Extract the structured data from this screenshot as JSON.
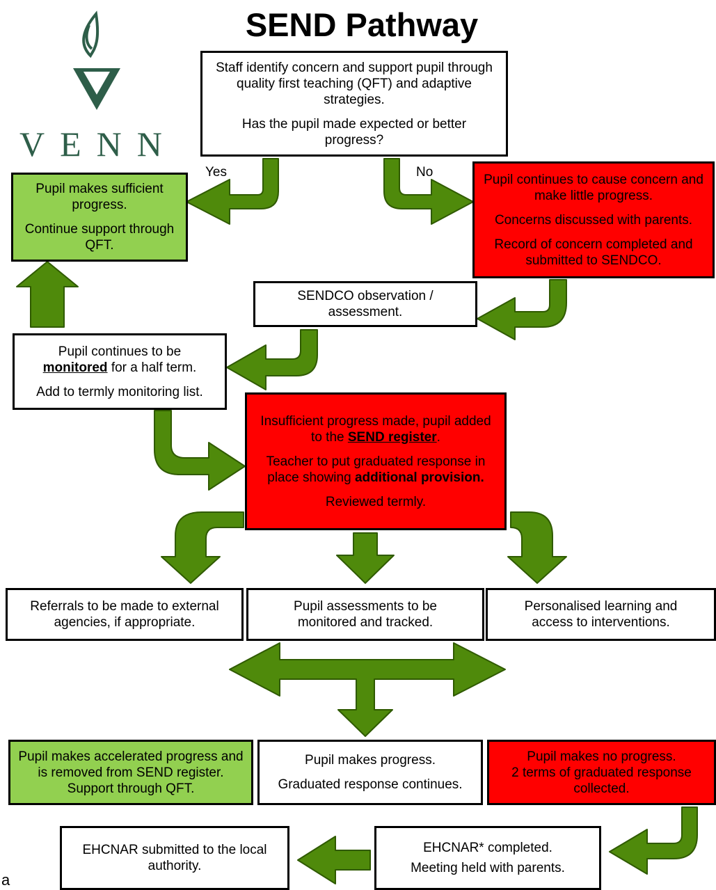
{
  "title": "SEND Pathway",
  "logo": {
    "text": "VENN",
    "color": "#2e5e49"
  },
  "colors": {
    "green_box": "#92d050",
    "red_box": "#ff0000",
    "arrow_fill": "#4f8a0b",
    "arrow_stroke": "#2f5a00"
  },
  "labels": {
    "yes": "Yes",
    "no": "No"
  },
  "boxes": {
    "identify": {
      "line1": "Staff identify concern and support pupil through quality first teaching (QFT) and adaptive strategies.",
      "line2": "Has the pupil made expected or better progress?"
    },
    "sufficient": {
      "line1": "Pupil makes sufficient progress.",
      "line2": "Continue support through QFT."
    },
    "concern": {
      "line1": "Pupil continues to cause concern and make little progress.",
      "line2": "Concerns discussed with parents.",
      "line3": "Record of concern completed and submitted to SENDCO."
    },
    "sendco": {
      "line1": "SENDCO observation / assessment."
    },
    "monitored": {
      "pre": "Pupil continues to be",
      "bold": "monitored",
      "post": " for a half term.",
      "line2": "Add to termly monitoring list."
    },
    "register": {
      "pre": "Insufficient progress made, pupil added to the ",
      "bold": "SEND register",
      "post": ".",
      "line2_pre": "Teacher to put graduated response in place showing ",
      "line2_bold": "additional provision.",
      "line3": "Reviewed termly."
    },
    "referrals": {
      "line1": "Referrals to be made to external agencies, if appropriate."
    },
    "assessments": {
      "line1": "Pupil assessments to be monitored and tracked."
    },
    "personalised": {
      "line1": "Personalised learning and access to interventions."
    },
    "accelerated": {
      "line1": "Pupil makes accelerated progress and is removed from SEND register. Support through QFT."
    },
    "progress": {
      "line1": "Pupil makes progress.",
      "line2": "Graduated response continues."
    },
    "noprogress": {
      "line1": "Pupil makes no progress.",
      "line2": "2 terms of graduated response collected."
    },
    "ehcnar_completed": {
      "line1": "EHCNAR* completed.",
      "line2": "Meeting held with parents."
    },
    "ehcnar_submitted": {
      "line1": "EHCNAR submitted to the local authority."
    }
  },
  "stray_char": "a"
}
